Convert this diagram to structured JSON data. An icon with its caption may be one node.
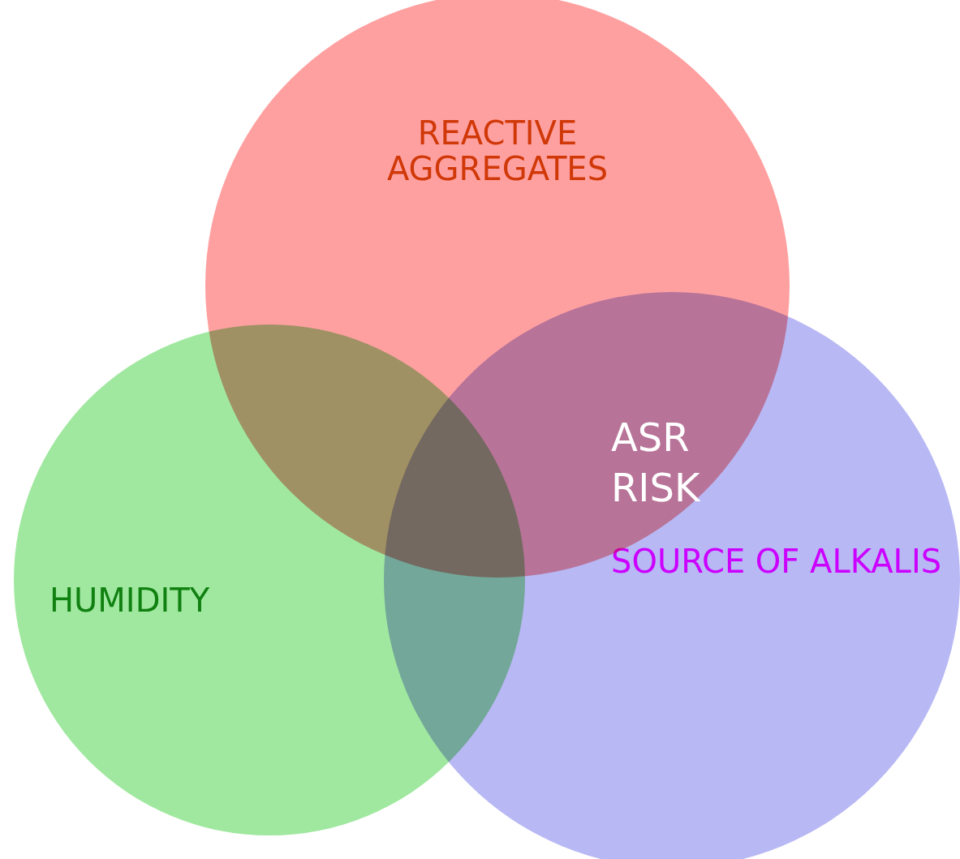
{
  "diagram": {
    "nodes": [
      {
        "text": [
          "REACTIVE AGGREGATES"
        ]
      },
      {
        "text": [
          "HUMIDITY"
        ]
      },
      {
        "text": [
          "SOURCE OF ALKALIS"
        ]
      }
    ],
    "labels": [
      "ASR RISK"
    ]
  }
}
